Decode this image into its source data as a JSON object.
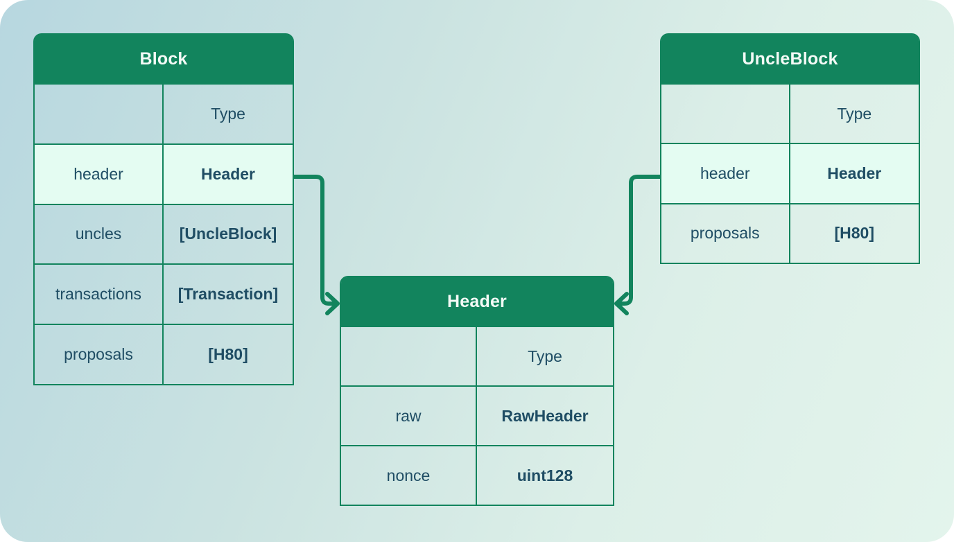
{
  "colors": {
    "accent": "#12845D",
    "row-highlight": "#E4FCF2",
    "cell-text": "#1F4D64",
    "title-text": "#F3FAF6",
    "bg-start": "#B7D7E0",
    "bg-mid": "#CBE3E1",
    "bg-end": "#E3F4EC"
  },
  "diagram": {
    "tables": [
      {
        "title": "Block",
        "type_header": "Type",
        "rows": [
          {
            "field": "header",
            "type": "Header"
          },
          {
            "field": "uncles",
            "type": "[UncleBlock]"
          },
          {
            "field": "transactions",
            "type": "[Transaction]"
          },
          {
            "field": "proposals",
            "type": "[H80]"
          }
        ]
      },
      {
        "title": "UncleBlock",
        "type_header": "Type",
        "rows": [
          {
            "field": "header",
            "type": "Header"
          },
          {
            "field": "proposals",
            "type": "[H80]"
          }
        ]
      },
      {
        "title": "Header",
        "type_header": "Type",
        "rows": [
          {
            "field": "raw",
            "type": "RawHeader"
          },
          {
            "field": "nonce",
            "type": "uint128"
          }
        ]
      }
    ],
    "connections": [
      {
        "from": "Block.header",
        "to": "Header"
      },
      {
        "from": "UncleBlock.header",
        "to": "Header"
      }
    ]
  }
}
